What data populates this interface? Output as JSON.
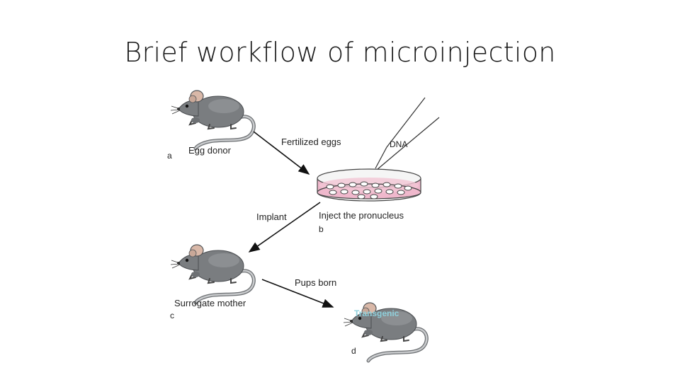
{
  "slide": {
    "title": "Brief workflow of microinjection"
  },
  "diagram": {
    "panel_a": {
      "letter": "a",
      "label": "Egg donor"
    },
    "panel_b": {
      "letter": "b",
      "label": "Inject the pronucleus",
      "dish_label": "Fertilized eggs",
      "pipette_label": "DNA"
    },
    "panel_c": {
      "letter": "c",
      "label": "Surrogate mother",
      "arrow_label": "Implant"
    },
    "panel_d": {
      "letter": "d",
      "arrow_label": "Pups born",
      "mouse_label": "Transgenic"
    },
    "colors": {
      "mouse_body": "#7a7d80",
      "mouse_dark": "#55585b",
      "ear_pink": "#d9b8a8",
      "dish_fluid": "#efb8cc",
      "transgenic_text": "#8fd0dc"
    }
  }
}
